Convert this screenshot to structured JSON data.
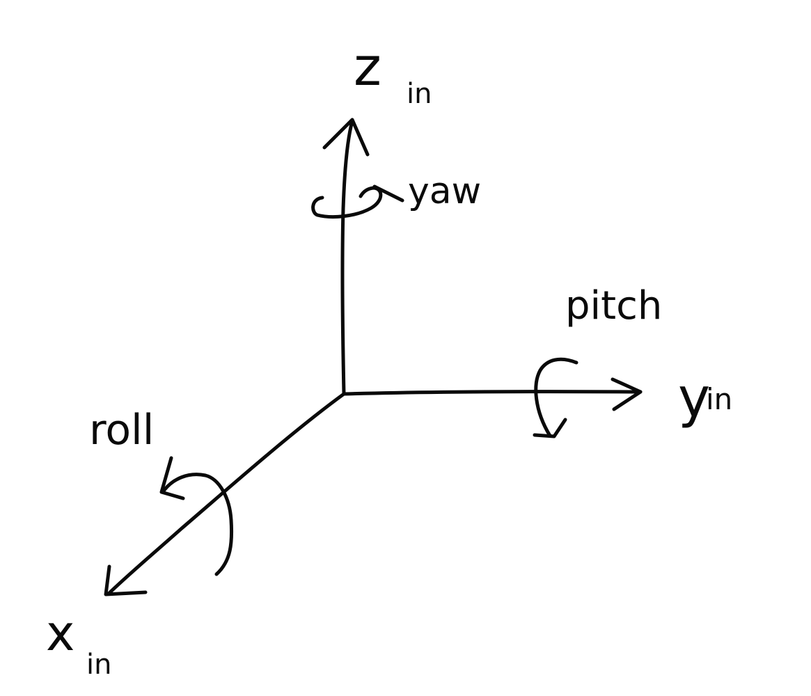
{
  "colors": {
    "ink": "#0a0a0a",
    "background": "#ffffff"
  },
  "axes": {
    "z": {
      "letter": "z",
      "subscript": "in"
    },
    "y": {
      "letter": "y",
      "subscript": "in"
    },
    "x": {
      "letter": "x",
      "subscript": "in"
    }
  },
  "rotations": {
    "yaw": "yaw",
    "pitch": "pitch",
    "roll": "roll"
  }
}
